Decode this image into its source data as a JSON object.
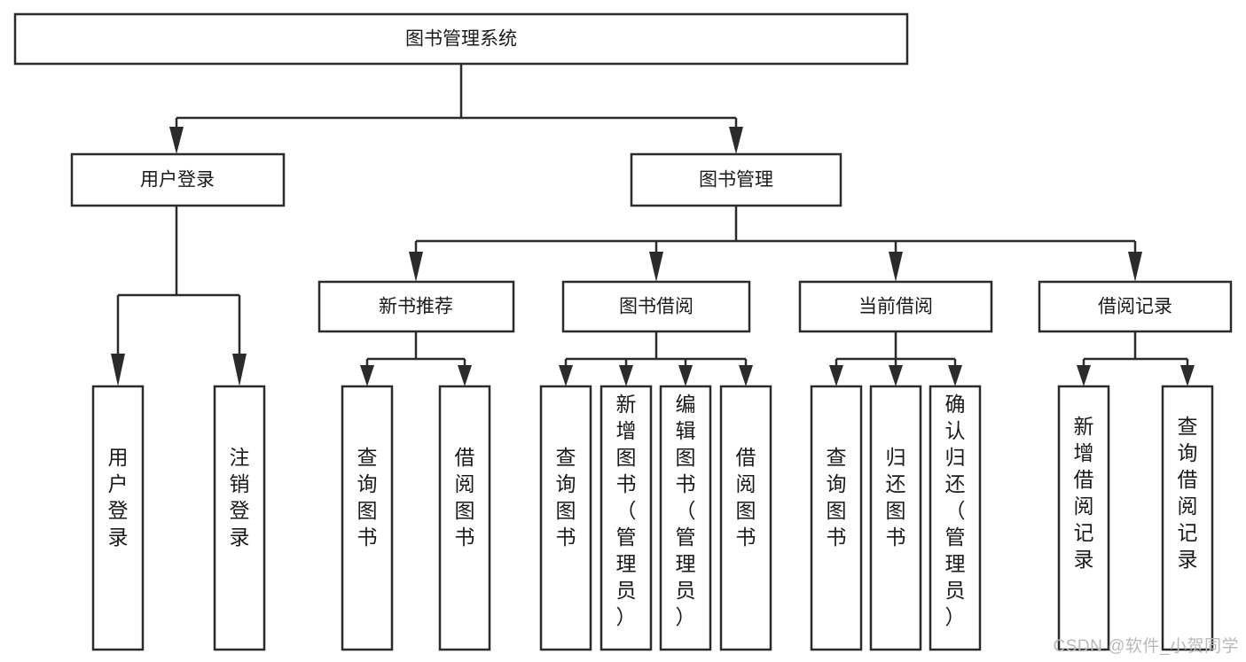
{
  "diagram": {
    "type": "tree-hierarchy",
    "title": "图书管理系统",
    "watermark": "CSDN @软件_小贺同学",
    "colors": {
      "stroke": "#2b2b2b",
      "fill": "#ffffff",
      "text": "#1a1a1a",
      "watermark": "#b9b9b9"
    },
    "root": {
      "id": "root",
      "label": "图书管理系统",
      "orientation": "horizontal"
    },
    "level2": [
      {
        "id": "user-login",
        "label": "用户登录",
        "orientation": "horizontal"
      },
      {
        "id": "book-manage",
        "label": "图书管理",
        "orientation": "horizontal"
      }
    ],
    "level3": [
      {
        "id": "new-book-recommend",
        "label": "新书推荐",
        "orientation": "horizontal",
        "parent": "book-manage"
      },
      {
        "id": "book-borrow",
        "label": "图书借阅",
        "orientation": "horizontal",
        "parent": "book-manage"
      },
      {
        "id": "current-borrow",
        "label": "当前借阅",
        "orientation": "horizontal",
        "parent": "book-manage"
      },
      {
        "id": "borrow-record",
        "label": "借阅记录",
        "orientation": "horizontal",
        "parent": "book-manage"
      }
    ],
    "leaves": [
      {
        "id": "leaf-user-login",
        "label": "用户登录",
        "orientation": "vertical",
        "parent": "user-login",
        "align": "middle"
      },
      {
        "id": "leaf-logout-login",
        "label": "注销登录",
        "orientation": "vertical",
        "parent": "user-login",
        "align": "middle"
      },
      {
        "id": "leaf-query-book-1",
        "label": "查询图书",
        "orientation": "vertical",
        "parent": "new-book-recommend",
        "align": "middle"
      },
      {
        "id": "leaf-borrow-book-1",
        "label": "借阅图书",
        "orientation": "vertical",
        "parent": "new-book-recommend",
        "align": "middle"
      },
      {
        "id": "leaf-query-book-2",
        "label": "查询图书",
        "orientation": "vertical",
        "parent": "book-borrow",
        "align": "middle"
      },
      {
        "id": "leaf-add-book-admin",
        "label": "新增图书（管理员）",
        "orientation": "vertical",
        "parent": "book-borrow",
        "align": "top"
      },
      {
        "id": "leaf-edit-book-admin",
        "label": "编辑图书（管理员）",
        "orientation": "vertical",
        "parent": "book-borrow",
        "align": "top"
      },
      {
        "id": "leaf-borrow-book-2",
        "label": "借阅图书",
        "orientation": "vertical",
        "parent": "book-borrow",
        "align": "middle"
      },
      {
        "id": "leaf-query-book-3",
        "label": "查询图书",
        "orientation": "vertical",
        "parent": "current-borrow",
        "align": "middle"
      },
      {
        "id": "leaf-return-book",
        "label": "归还图书",
        "orientation": "vertical",
        "parent": "current-borrow",
        "align": "middle"
      },
      {
        "id": "leaf-confirm-return-admin",
        "label": "确认归还（管理员）",
        "orientation": "vertical",
        "parent": "current-borrow",
        "align": "top"
      },
      {
        "id": "leaf-add-borrow-record",
        "label": "新增借阅记录",
        "orientation": "vertical",
        "parent": "borrow-record",
        "align": "middle"
      },
      {
        "id": "leaf-query-borrow-record",
        "label": "查询借阅记录",
        "orientation": "vertical",
        "parent": "borrow-record",
        "align": "middle"
      }
    ]
  }
}
